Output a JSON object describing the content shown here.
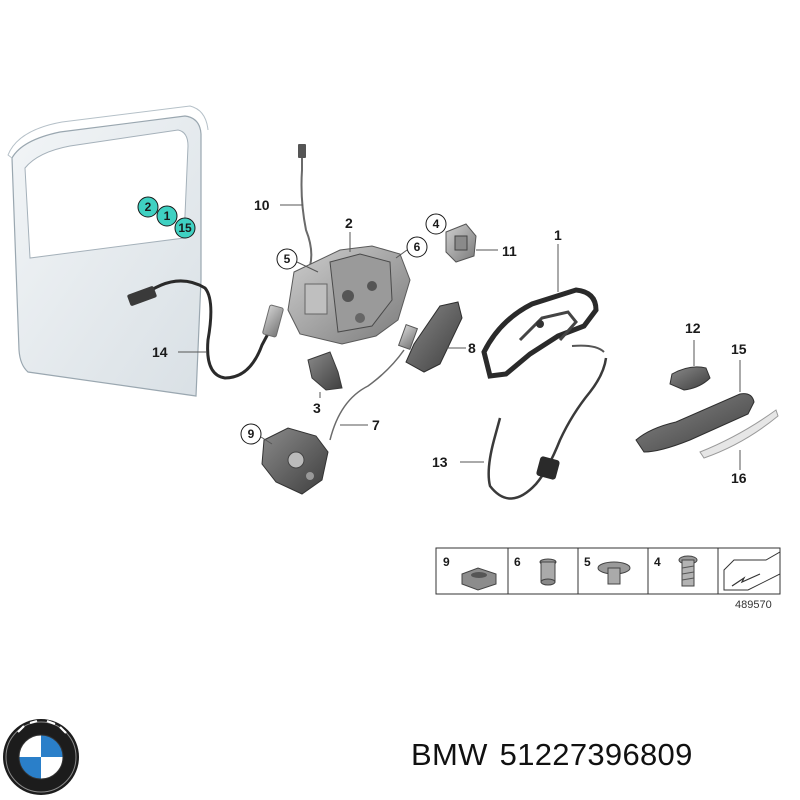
{
  "callouts": {
    "c1": "1",
    "c2": "2",
    "c3": "3",
    "c4": "4",
    "c5": "5",
    "c6": "6",
    "c7": "7",
    "c8": "8",
    "c9": "9",
    "c10": "10",
    "c11": "11",
    "c12": "12",
    "c13": "13",
    "c14": "14",
    "c15": "15",
    "c16": "16"
  },
  "door_markers": {
    "m2": "2",
    "m1": "1",
    "m15": "15"
  },
  "hardware_table": {
    "cells": [
      "9",
      "6",
      "5",
      "4"
    ],
    "diagram_number": "489570"
  },
  "footer": {
    "brand": "BMW",
    "part_number": "51227396809"
  },
  "colors": {
    "marker_teal": "#3fd1c2",
    "door_fill": "#e6ebef",
    "part_gray": "#8f8f8f"
  }
}
